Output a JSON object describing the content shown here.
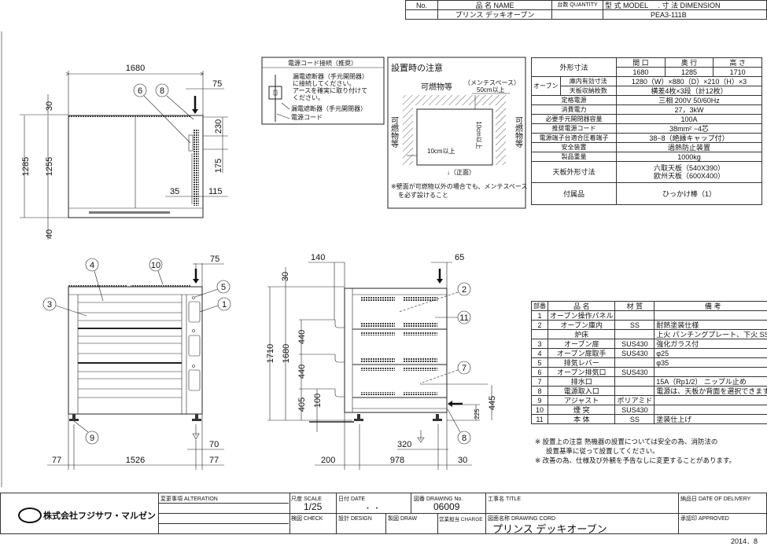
{
  "header": {
    "no_label": "No.",
    "name_label": "品 名 NAME",
    "qty_label": "台数 QUANTITY",
    "model_label": "型 式 MODEL",
    "dim_label": ". 寸 法 DIMENSION",
    "product_name": "プリンス デッキオーブン",
    "model": "PEA3-111B"
  },
  "top_view": {
    "width": "1680",
    "dim_75": "75",
    "dim_30": "30",
    "dim_1285": "1285",
    "dim_1255": "1255",
    "dim_40": "40",
    "dim_230": "230",
    "dim_175": "175",
    "dim_35": "35",
    "dim_115": "115",
    "callouts": [
      "6",
      "8"
    ]
  },
  "front_view": {
    "dim_75": "75",
    "dim_70": "70",
    "dim_77_left": "77",
    "dim_1526": "1526",
    "dim_77_right": "77",
    "callouts": [
      "4",
      "10",
      "5",
      "3",
      "1",
      "9"
    ]
  },
  "side_view": {
    "dim_140": "140",
    "dim_65": "65",
    "dim_30": "30",
    "dim_1710": "1710",
    "dim_1680": "1680",
    "dim_440a": "440",
    "dim_440b": "440",
    "dim_405": "405",
    "dim_100": "100",
    "dim_225": "225",
    "dim_445": "445",
    "dim_320": "320",
    "dim_200": "200",
    "dim_978": "978",
    "dim_30b": "30",
    "callouts": [
      "2",
      "11",
      "7",
      "8"
    ]
  },
  "power_cord": {
    "title": "電源コード接続（推奨）",
    "text1": "漏電遮断器（手元開閉器）",
    "text2": "に接続してください。",
    "text3": "アースを確実に取り付けて",
    "text4": "ください。",
    "label_breaker": "漏電遮断器（手元開閉器）",
    "label_cord": "電源コード"
  },
  "install": {
    "title": "設置時の注意",
    "combustible_top": "可燃物等",
    "maint_space": "（メンテスペース）",
    "dist_50": "50cm以上",
    "combustible_left": "可燃物等",
    "combustible_right": "可燃物等",
    "dist_10_v": "10cm以上",
    "dist_10_h": "10cm以上",
    "front": "↓（正面）",
    "note1": "※壁面が可燃物以外の場合でも、メンテスペース",
    "note2": "を必ず設けること"
  },
  "spec": {
    "dim_label": "外形寸法",
    "dim_heads": [
      "間 口",
      "奥 行",
      "高 さ"
    ],
    "dim_values": [
      "1680",
      "1285",
      "1710"
    ],
    "oven_label": "オーブン",
    "rows_oven": [
      {
        "label": "庫内有効寸法",
        "value": "1280（W）×880（D）×210（H）×3"
      },
      {
        "label": "天板収納枚数",
        "value": "横差4枚×3段（計12枚）"
      }
    ],
    "rows": [
      {
        "label": "定格電源",
        "value": "三相 200V 50/60Hz"
      },
      {
        "label": "消費電力",
        "value": "27，3kW"
      },
      {
        "label": "必要手元開閉器容量",
        "value": "100A"
      },
      {
        "label": "推奨電源コード",
        "value": "38mm² −4芯"
      },
      {
        "label": "電源端子台適合圧着端子",
        "value": "38−8（絶縁キャップ付）"
      },
      {
        "label": "安全装置",
        "value": "過熱防止装置"
      },
      {
        "label": "製品重量",
        "value": "1000kg"
      }
    ],
    "tray_label": "天板外形寸法",
    "tray_values": [
      "六取天板（540X390）",
      "欧州天板（600X400）"
    ],
    "accessory_label": "付属品",
    "accessory_value": "ひっかけ棒（1）"
  },
  "parts": {
    "headers": [
      "部番",
      "品 名",
      "材 質",
      "備 考"
    ],
    "rows": [
      {
        "no": "1",
        "name": "オーブン操作パネル",
        "material": "",
        "note": ""
      },
      {
        "no": "2",
        "name": "オーブン庫内",
        "material": "SS",
        "note": "耐熱塗装仕様"
      },
      {
        "no": "",
        "name": "炉床",
        "material": "",
        "note": "上火 パンチングプレート、下火 SS"
      },
      {
        "no": "3",
        "name": "オーブン扉",
        "material": "SUS430",
        "note": "強化ガラス付"
      },
      {
        "no": "4",
        "name": "オーブン扉取手",
        "material": "SUS430",
        "note": "φ25"
      },
      {
        "no": "5",
        "name": "排気レバー",
        "material": "",
        "note": "φ35"
      },
      {
        "no": "6",
        "name": "オーブン排気口",
        "material": "SUS430",
        "note": ""
      },
      {
        "no": "7",
        "name": "排水口",
        "material": "",
        "note": "15A（Rp1/2） ニップル止め"
      },
      {
        "no": "8",
        "name": "電源取入口",
        "material": "",
        "note": "電源は、天板か背面を選択できます"
      },
      {
        "no": "9",
        "name": "アジャスト",
        "material": "ポリアミド",
        "note": ""
      },
      {
        "no": "10",
        "name": "煙 突",
        "material": "SUS430",
        "note": ""
      },
      {
        "no": "11",
        "name": "本 体",
        "material": "SS",
        "note": "塗装仕上げ"
      }
    ]
  },
  "notes": [
    "※ 設置上の注意 熱機器の設置については安全の為、消防法の",
    "設置基準に従って設置してください。",
    "※ 改善の為、仕様及び外観を予告なしに変更することがあります。"
  ],
  "title_block": {
    "company": "株式会社フジサワ・マルゼン",
    "alteration_label": "変更事項 ALTERATION",
    "scale_label": "尺度 SCALE",
    "scale_value": "1/25",
    "date_label": "日付 DATE",
    "date_value": "・ ・",
    "drawing_no_label": "図番 DRAWING No.",
    "drawing_no": "06009",
    "title_label": "工事名 TITLE",
    "delivery_label": "納品日 DATE OF DELIVERY",
    "check_label": "検図 CHECK",
    "design_label": "設計 DESIGN",
    "draw_label": "製図 DRAW",
    "charge_label": "営業担当 CHARGE",
    "drawing_cord_label": "図面名称 DRAWING CORD",
    "drawing_name": "プリンス デッキオーブン",
    "approved_label": "承認印 APPROVED"
  },
  "issue_date": "2014．8"
}
